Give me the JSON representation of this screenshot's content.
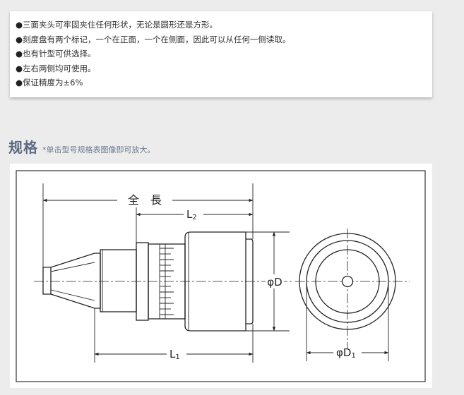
{
  "features": {
    "bullet": "●",
    "items": [
      "三面夹头可牢固夹住任何形状，无论是圆形还是方形。",
      "刻度盘有两个标记，一个在正面，一个在侧面，因此可以从任何一侧读取。",
      "也有针型可供选择。",
      "左右两侧均可使用。",
      "保证精度为±6%"
    ]
  },
  "spec": {
    "title": "规格",
    "note": "*单击型号规格表图像即可放大。"
  },
  "drawing": {
    "label_total_length": "全　長",
    "label_L2_main": "L",
    "label_L2_sub": "2",
    "label_L1_main": "L",
    "label_L1_sub": "1",
    "label_D": "φD",
    "label_D1_main": "φD",
    "label_D1_sub": "1"
  }
}
